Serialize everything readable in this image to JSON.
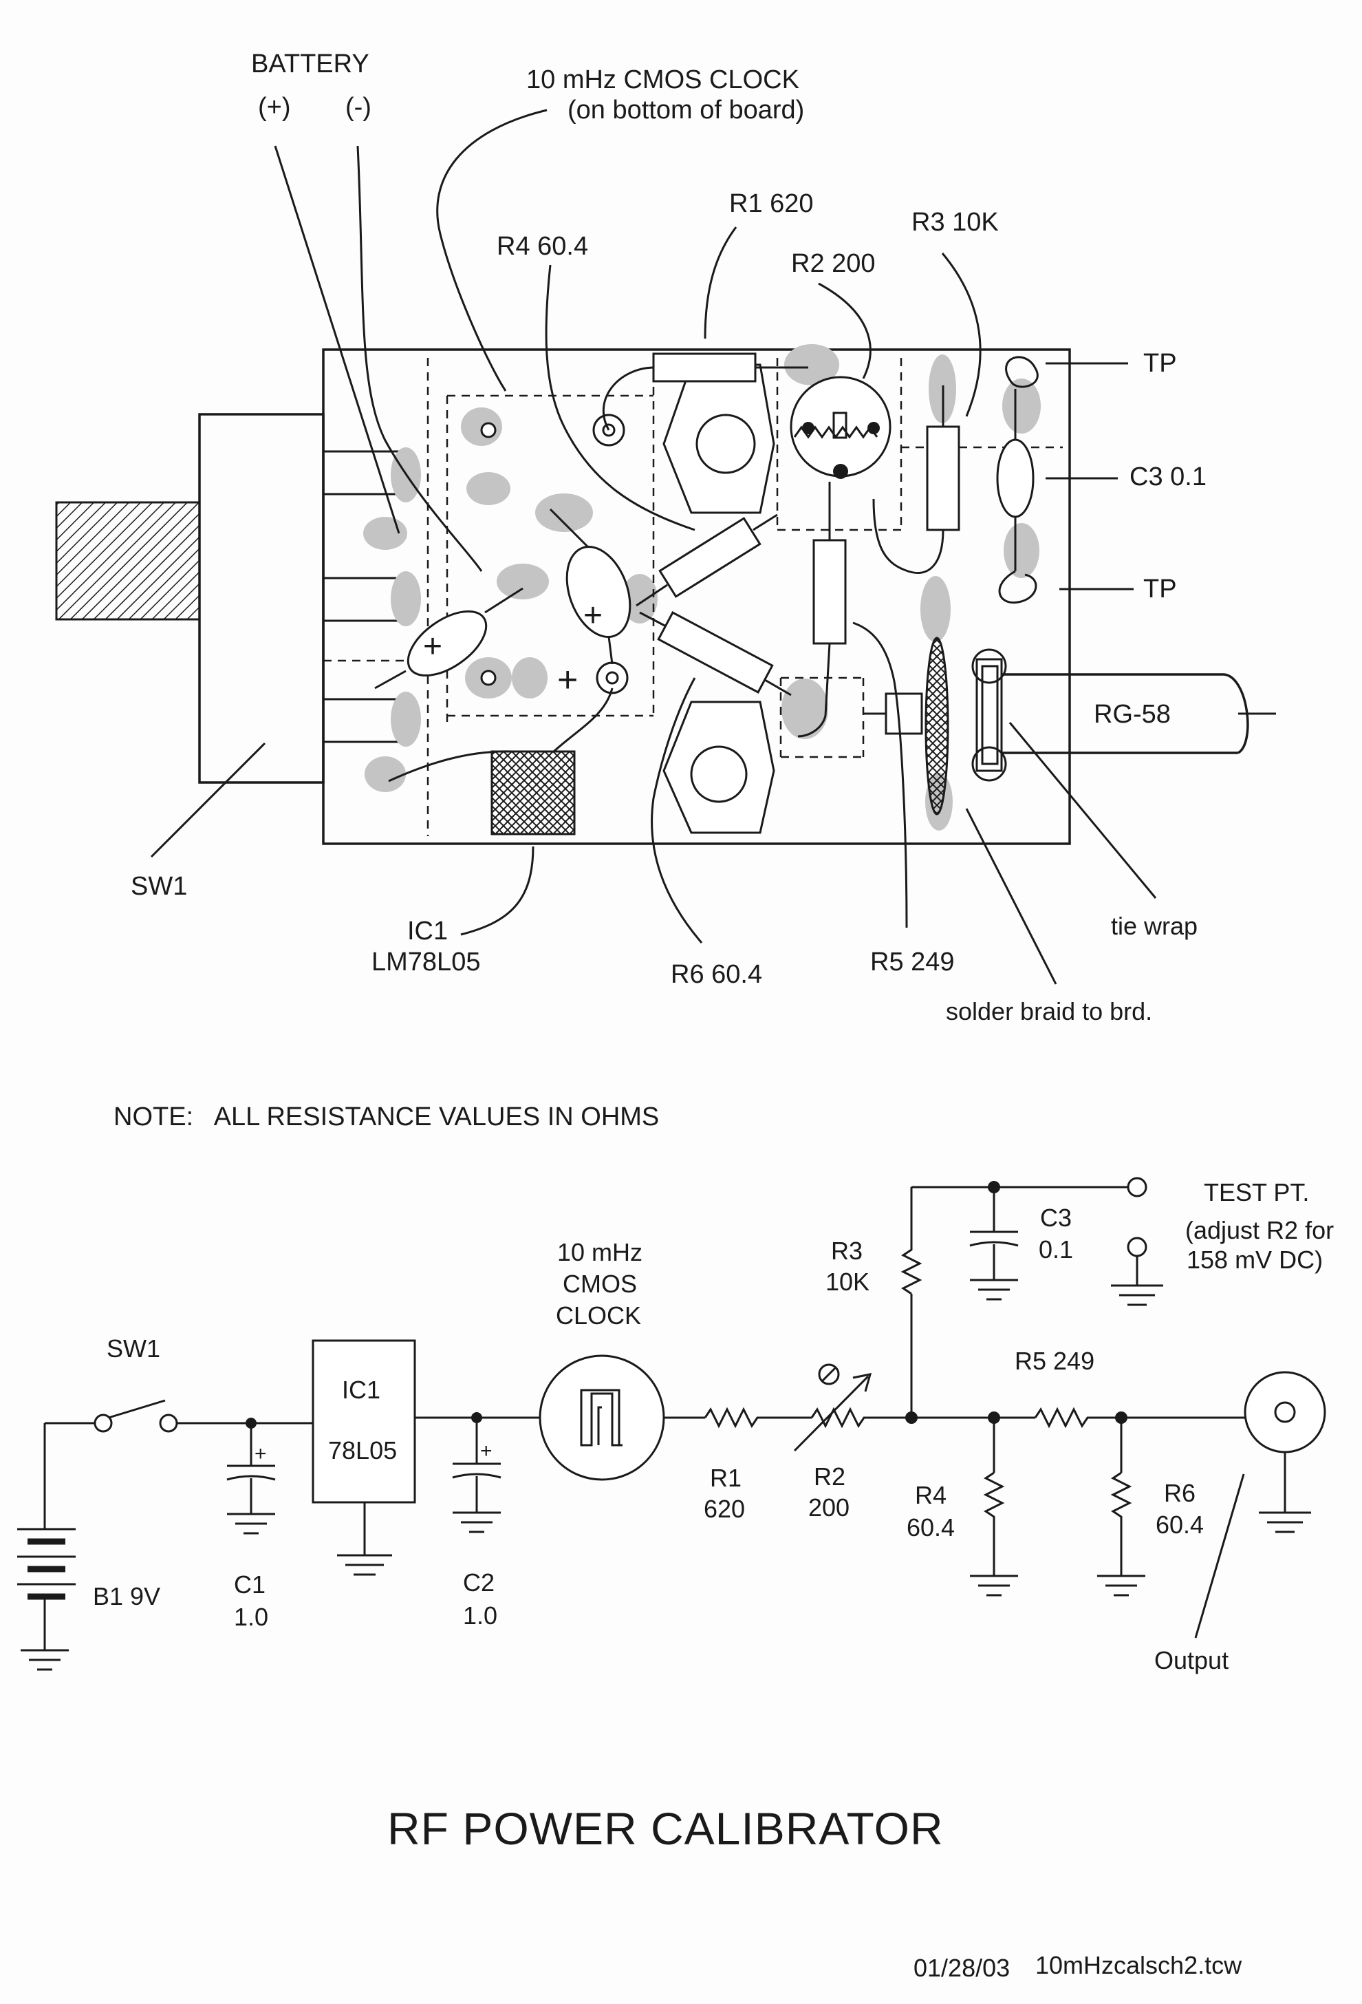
{
  "layout_labels": {
    "battery": "BATTERY",
    "battery_pos": "(+)",
    "battery_neg": "(-)",
    "clock_line1": "10 mHz CMOS CLOCK",
    "clock_line2": "(on bottom of board)",
    "r1": "R1 620",
    "r2": "R2 200",
    "r3": "R3 10K",
    "r4": "R4 60.4",
    "tp_top": "TP",
    "c3": "C3 0.1",
    "tp_bottom": "TP",
    "rg58": "RG-58",
    "sw1": "SW1",
    "ic1_line1": "IC1",
    "ic1_line2": "LM78L05",
    "r6": "R6 60.4",
    "r5": "R5 249",
    "tie_wrap": "tie wrap",
    "solder_braid": "solder braid to brd."
  },
  "note": "NOTE:   ALL RESISTANCE VALUES IN OHMS",
  "schematic_labels": {
    "sw1": "SW1",
    "b1": "B1 9V",
    "c1_name": "C1",
    "c1_value": "1.0",
    "ic1_name": "IC1",
    "ic1_part": "78L05",
    "c2_name": "C2",
    "c2_value": "1.0",
    "clock_line1": "10 mHz",
    "clock_line2": "CMOS",
    "clock_line3": "CLOCK",
    "r1_name": "R1",
    "r1_value": "620",
    "r2_name": "R2",
    "r2_value": "200",
    "r3_name": "R3",
    "r3_value": "10K",
    "c3_name": "C3",
    "c3_value": "0.1",
    "test_line1": "TEST PT.",
    "test_line2": "(adjust R2 for",
    "test_line3": "158 mV DC)",
    "r5": "R5 249",
    "r4_name": "R4",
    "r4_value": "60.4",
    "r6_name": "R6",
    "r6_value": "60.4",
    "output": "Output",
    "plus": "+"
  },
  "title": "RF POWER CALIBRATOR",
  "footer": {
    "date": "01/28/03",
    "filename": "10mHzcalsch2.tcw"
  }
}
